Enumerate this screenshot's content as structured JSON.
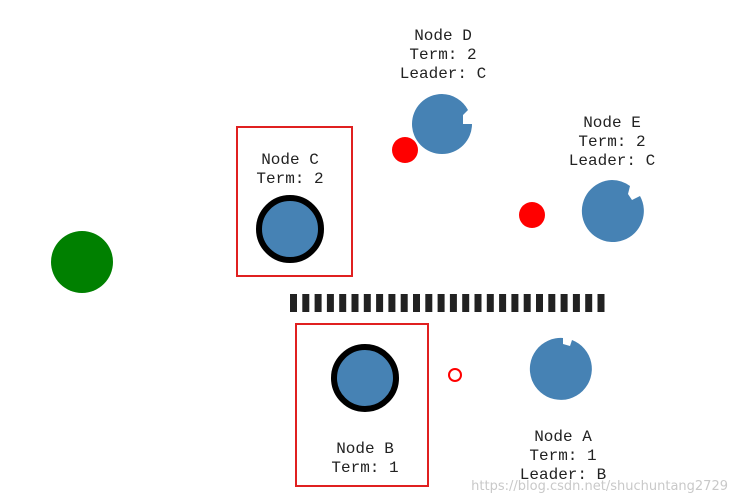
{
  "colors": {
    "node_fill": "#4682b4",
    "partition_bar": "#222222",
    "message": "#ff0000",
    "client": "#008000",
    "highlight_box": "#e02020",
    "text": "#222222"
  },
  "nodes": {
    "a": {
      "name": "Node A",
      "term": "Term: 1",
      "leader": "Leader: B"
    },
    "b": {
      "name": "Node B",
      "term": "Term: 1"
    },
    "c": {
      "name": "Node C",
      "term": "Term: 2"
    },
    "d": {
      "name": "Node D",
      "term": "Term: 2",
      "leader": "Leader: C"
    },
    "e": {
      "name": "Node E",
      "term": "Term: 2",
      "leader": "Leader: C"
    }
  },
  "watermark": "https://blog.csdn.net/shuchuntang2729"
}
